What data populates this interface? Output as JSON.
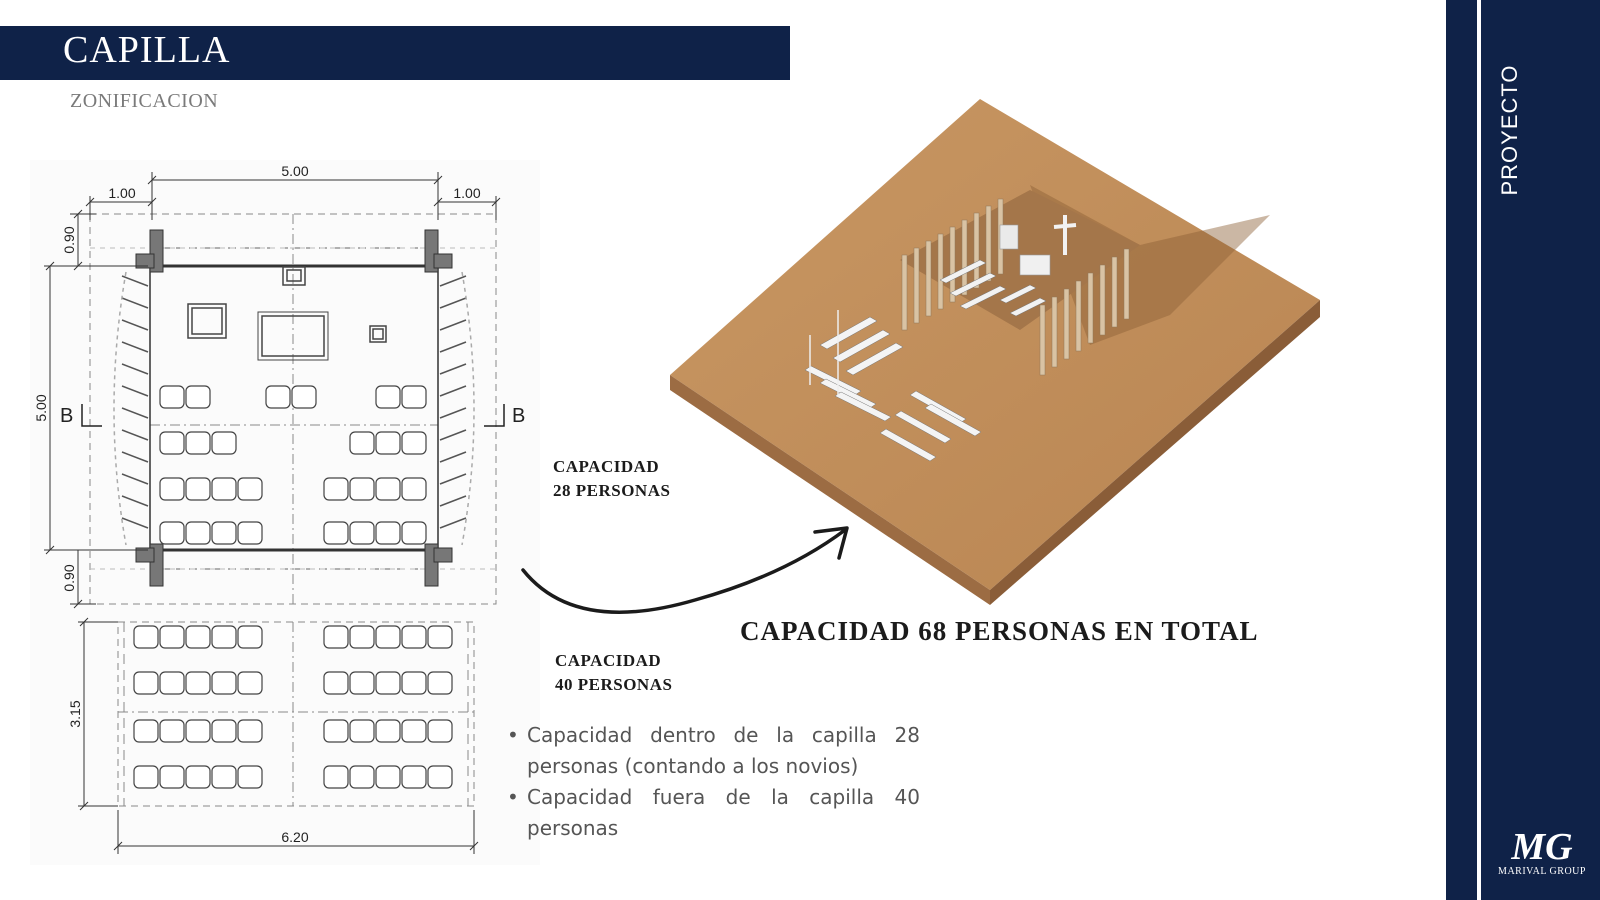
{
  "header": {
    "title": "CAPILLA",
    "subtitle": "ZONIFICACION"
  },
  "plan": {
    "dims": {
      "top_total": "5.00",
      "top_left": "1.00",
      "top_right": "1.00",
      "left_top": "0.90",
      "left_mid": "5.00",
      "left_bottom": "0.90",
      "left_exterior": "3.15",
      "bottom_total": "6.20"
    },
    "section_mark": "B"
  },
  "labels": {
    "inside_capacity": [
      "CAPACIDAD",
      "28 PERSONAS"
    ],
    "outside_capacity": [
      "CAPACIDAD",
      "40 PERSONAS"
    ],
    "total_capacity": "CAPACIDAD 68 PERSONAS EN TOTAL"
  },
  "bullets": [
    "Capacidad dentro de la capilla 28 personas (contando a los novios)",
    "Capacidad fuera de la capilla 40 personas"
  ],
  "sidebar": {
    "label": "PROYECTO"
  },
  "logo": {
    "mark": "MG",
    "text": "MARIVAL GROUP"
  },
  "colors": {
    "navy": "#0f2248",
    "wood": "#c48e5f"
  }
}
